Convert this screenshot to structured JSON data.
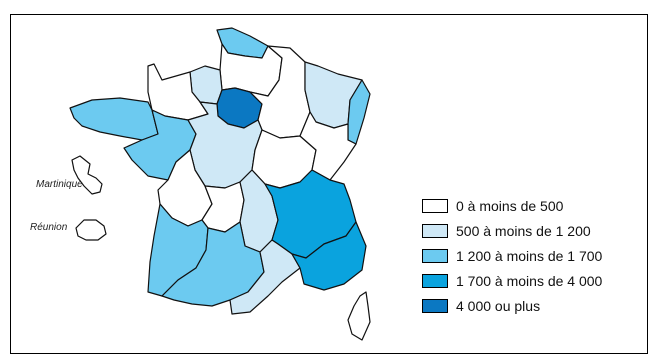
{
  "labels": {
    "martinique": "Martinique",
    "reunion": "Réunion"
  },
  "legend": [
    {
      "label": "0 à moins de 500",
      "color": "#ffffff"
    },
    {
      "label": "500 à moins de 1 200",
      "color": "#cfe8f6"
    },
    {
      "label": "1 200 à moins de 1 700",
      "color": "#6ccaf0"
    },
    {
      "label": "1 700 à moins de 4 000",
      "color": "#0aa3de"
    },
    {
      "label": "4 000 ou plus",
      "color": "#0b78c2"
    }
  ],
  "regions": [
    {
      "name": "Nord-Pas-de-Calais",
      "class": 2
    },
    {
      "name": "Picardie",
      "class": 0
    },
    {
      "name": "Haute-Normandie",
      "class": 1
    },
    {
      "name": "Basse-Normandie",
      "class": 0
    },
    {
      "name": "Île-de-France",
      "class": 4
    },
    {
      "name": "Champagne-Ardenne",
      "class": 0
    },
    {
      "name": "Lorraine",
      "class": 1
    },
    {
      "name": "Alsace",
      "class": 2
    },
    {
      "name": "Bretagne",
      "class": 2
    },
    {
      "name": "Pays de la Loire",
      "class": 2
    },
    {
      "name": "Centre",
      "class": 1
    },
    {
      "name": "Bourgogne",
      "class": 0
    },
    {
      "name": "Franche-Comté",
      "class": 0
    },
    {
      "name": "Poitou-Charentes",
      "class": 0
    },
    {
      "name": "Limousin",
      "class": 0
    },
    {
      "name": "Auvergne",
      "class": 1
    },
    {
      "name": "Rhône-Alpes",
      "class": 3
    },
    {
      "name": "Aquitaine",
      "class": 2
    },
    {
      "name": "Midi-Pyrénées",
      "class": 2
    },
    {
      "name": "Languedoc-Roussillon",
      "class": 1
    },
    {
      "name": "Provence-Alpes-Côte d'Azur",
      "class": 3
    },
    {
      "name": "Corse",
      "class": 0
    },
    {
      "name": "Martinique",
      "class": 0
    },
    {
      "name": "Réunion",
      "class": 0
    }
  ]
}
